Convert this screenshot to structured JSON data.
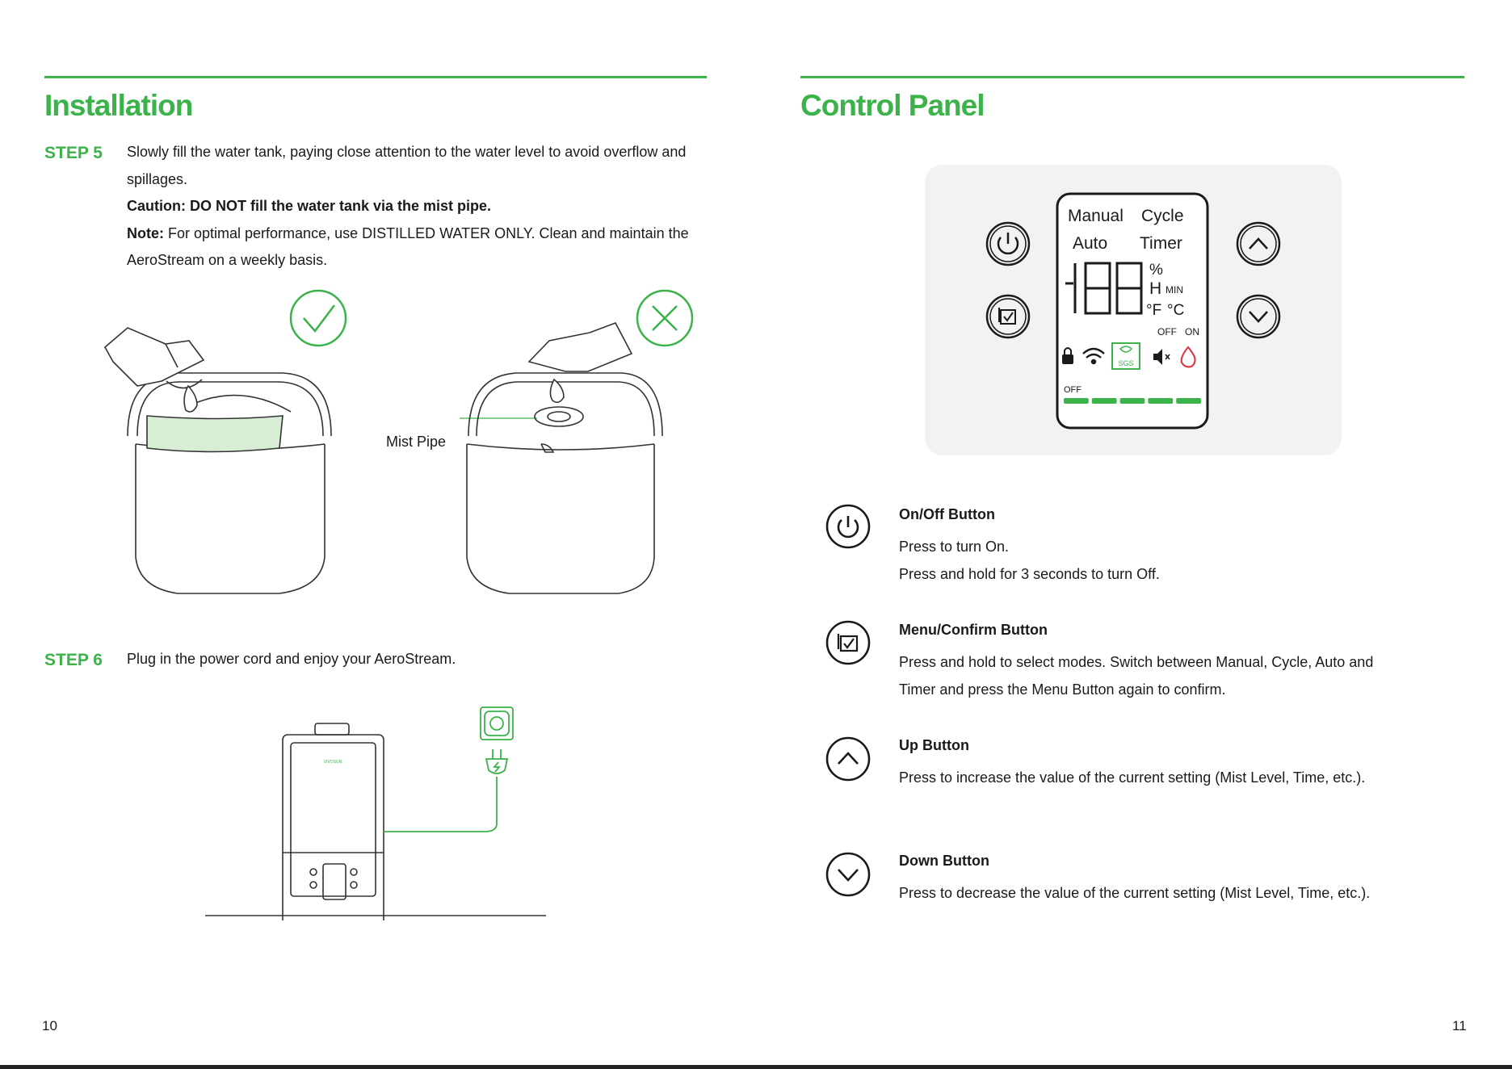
{
  "left_page": {
    "heading": "Installation",
    "step5": {
      "label": "STEP 5",
      "line1": "Slowly fill the water tank, paying close attention to the water level to avoid overflow and",
      "line2": "spillages.",
      "caution": "Caution: DO NOT fill the water tank via the mist pipe.",
      "note_label": "Note:",
      "note_line1": " For optimal performance, use DISTILLED WATER ONLY. Clean and maintain the",
      "note_line2": "AeroStream on a weekly basis."
    },
    "mist_pipe_label": "Mist Pipe",
    "step6": {
      "label": "STEP 6",
      "text": "Plug in the power cord and enjoy your AeroStream."
    },
    "page_number": "10"
  },
  "right_page": {
    "heading": "Control Panel",
    "display": {
      "mode_manual": "Manual",
      "mode_cycle": "Cycle",
      "mode_auto": "Auto",
      "mode_timer": "Timer",
      "unit_percent": "%",
      "unit_h": "H",
      "unit_min": "MIN",
      "unit_f": "°F",
      "unit_c": "°C",
      "off_label": "OFF",
      "on_label": "ON",
      "sgs_label": "SGS",
      "level_off_label": "OFF",
      "mist_levels": 5
    },
    "buttons": [
      {
        "icon": "power-icon",
        "title": "On/Off Button",
        "lines": [
          "Press to turn On.",
          "Press and hold for 3 seconds to turn Off."
        ]
      },
      {
        "icon": "menu-confirm-icon",
        "title": "Menu/Confirm Button",
        "lines": [
          "Press and hold to select modes. Switch between Manual, Cycle, Auto and",
          "Timer and press the Menu Button again to confirm."
        ]
      },
      {
        "icon": "chevron-up-icon",
        "title": "Up Button",
        "lines": [
          "Press to increase the value of the current setting (Mist Level, Time, etc.)."
        ]
      },
      {
        "icon": "chevron-down-icon",
        "title": "Down Button",
        "lines": [
          "Press to decrease the value of the current setting (Mist Level, Time, etc.)."
        ]
      }
    ],
    "page_number": "11"
  },
  "colors": {
    "accent": "#3bb34a",
    "text": "#1a1a1a",
    "panel_bg": "#f3f2f0",
    "warning_red": "#e0303a"
  }
}
